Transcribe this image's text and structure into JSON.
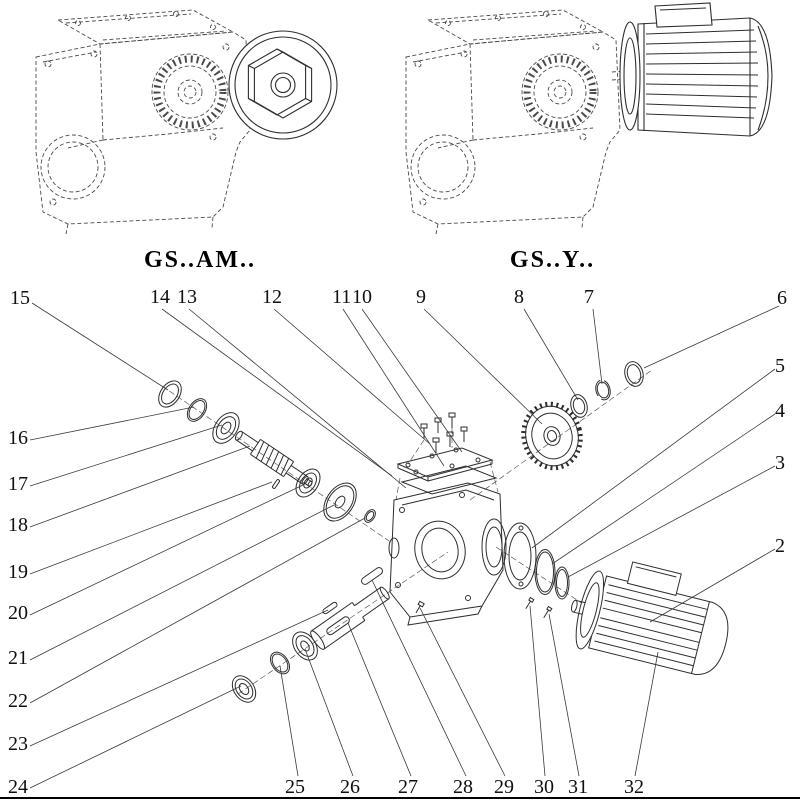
{
  "page": {
    "background": "#ffffff",
    "solid_line_color": "#2e2e2e",
    "dashed_line_color": "#4a4a4a",
    "leader_line_color": "#3a3a3a"
  },
  "models": [
    {
      "label": "GS..AM.."
    },
    {
      "label": "GS..Y.."
    }
  ],
  "callouts": [
    {
      "label": "15"
    },
    {
      "label": "14"
    },
    {
      "label": "13"
    },
    {
      "label": "12"
    },
    {
      "label": "11"
    },
    {
      "label": "10"
    },
    {
      "label": "9"
    },
    {
      "label": "8"
    },
    {
      "label": "7"
    },
    {
      "label": "6"
    },
    {
      "label": "5"
    },
    {
      "label": "4"
    },
    {
      "label": "3"
    },
    {
      "label": "2"
    },
    {
      "label": "16"
    },
    {
      "label": "17"
    },
    {
      "label": "18"
    },
    {
      "label": "19"
    },
    {
      "label": "20"
    },
    {
      "label": "21"
    },
    {
      "label": "22"
    },
    {
      "label": "23"
    },
    {
      "label": "24"
    },
    {
      "label": "25"
    },
    {
      "label": "26"
    },
    {
      "label": "27"
    },
    {
      "label": "28"
    },
    {
      "label": "29"
    },
    {
      "label": "30"
    },
    {
      "label": "31"
    },
    {
      "label": "32"
    }
  ]
}
